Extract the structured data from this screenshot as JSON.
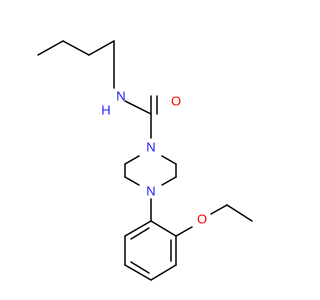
{
  "molecule": {
    "colors": {
      "carbon_bond": "#000000",
      "nitrogen": "#1a1aff",
      "oxygen": "#ff0000",
      "background": "#ffffff"
    },
    "labels": {
      "amide_nh": {
        "text": "N",
        "sub": "H",
        "color": "nitrogen"
      },
      "carbonyl_o": {
        "text": "O",
        "color": "oxygen"
      },
      "pip_n1": {
        "text": "N",
        "color": "nitrogen"
      },
      "pip_n4": {
        "text": "N",
        "color": "nitrogen"
      },
      "ether_o": {
        "text": "O",
        "color": "oxygen"
      }
    }
  }
}
